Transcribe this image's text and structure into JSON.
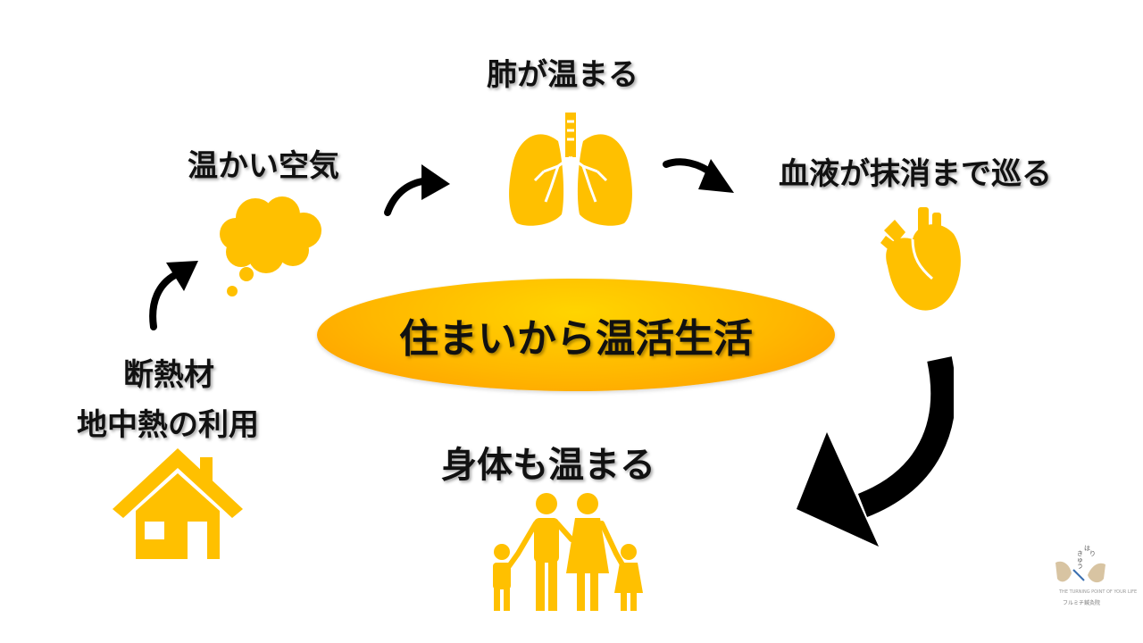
{
  "center_label": "住まいから温活生活",
  "nodes": {
    "air": {
      "label": "温かい空気",
      "icon": "cloud-icon"
    },
    "lungs": {
      "label": "肺が温まる",
      "icon": "lungs-icon"
    },
    "blood": {
      "label": "血液が抹消まで巡る",
      "icon": "heart-icon"
    },
    "body": {
      "label": "身体も温まる",
      "icon": "family-icon"
    },
    "house": {
      "label_line1": "断熱材",
      "label_line2": "地中熱の利用",
      "icon": "house-icon"
    }
  },
  "logo": {
    "vertical_text": "はり きゅう",
    "tagline": "THE TURNING POINT OF YOUR LIFE",
    "name": "フルミチ鍼灸院"
  },
  "colors": {
    "accent": "#FFC000",
    "arrow": "#000000",
    "gradient_edge": "#FF9A00"
  }
}
